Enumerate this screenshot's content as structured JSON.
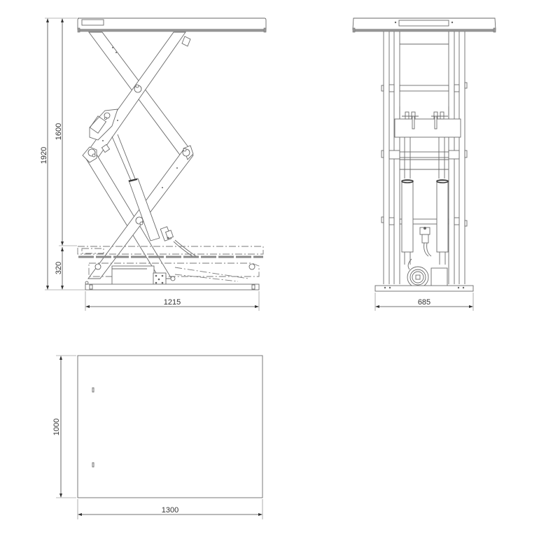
{
  "drawing": {
    "subject": "Double scissor lift table",
    "views": [
      {
        "id": "side-view",
        "name": "Side view (raised / lowered)"
      },
      {
        "id": "front-view",
        "name": "End view"
      },
      {
        "id": "top-view",
        "name": "Plan view"
      }
    ],
    "colors": {
      "line": "#6a6a6a",
      "dimension": "#444444",
      "background": "#ffffff",
      "shade": "#9a9a9a"
    }
  },
  "side_view": {
    "dimensions": {
      "total_height": "1920",
      "stroke_height": "1600",
      "closed_height": "320",
      "length": "1215"
    }
  },
  "front_view": {
    "dimensions": {
      "width": "685"
    }
  },
  "top_view": {
    "dimensions": {
      "depth": "1000",
      "length": "1300"
    }
  }
}
